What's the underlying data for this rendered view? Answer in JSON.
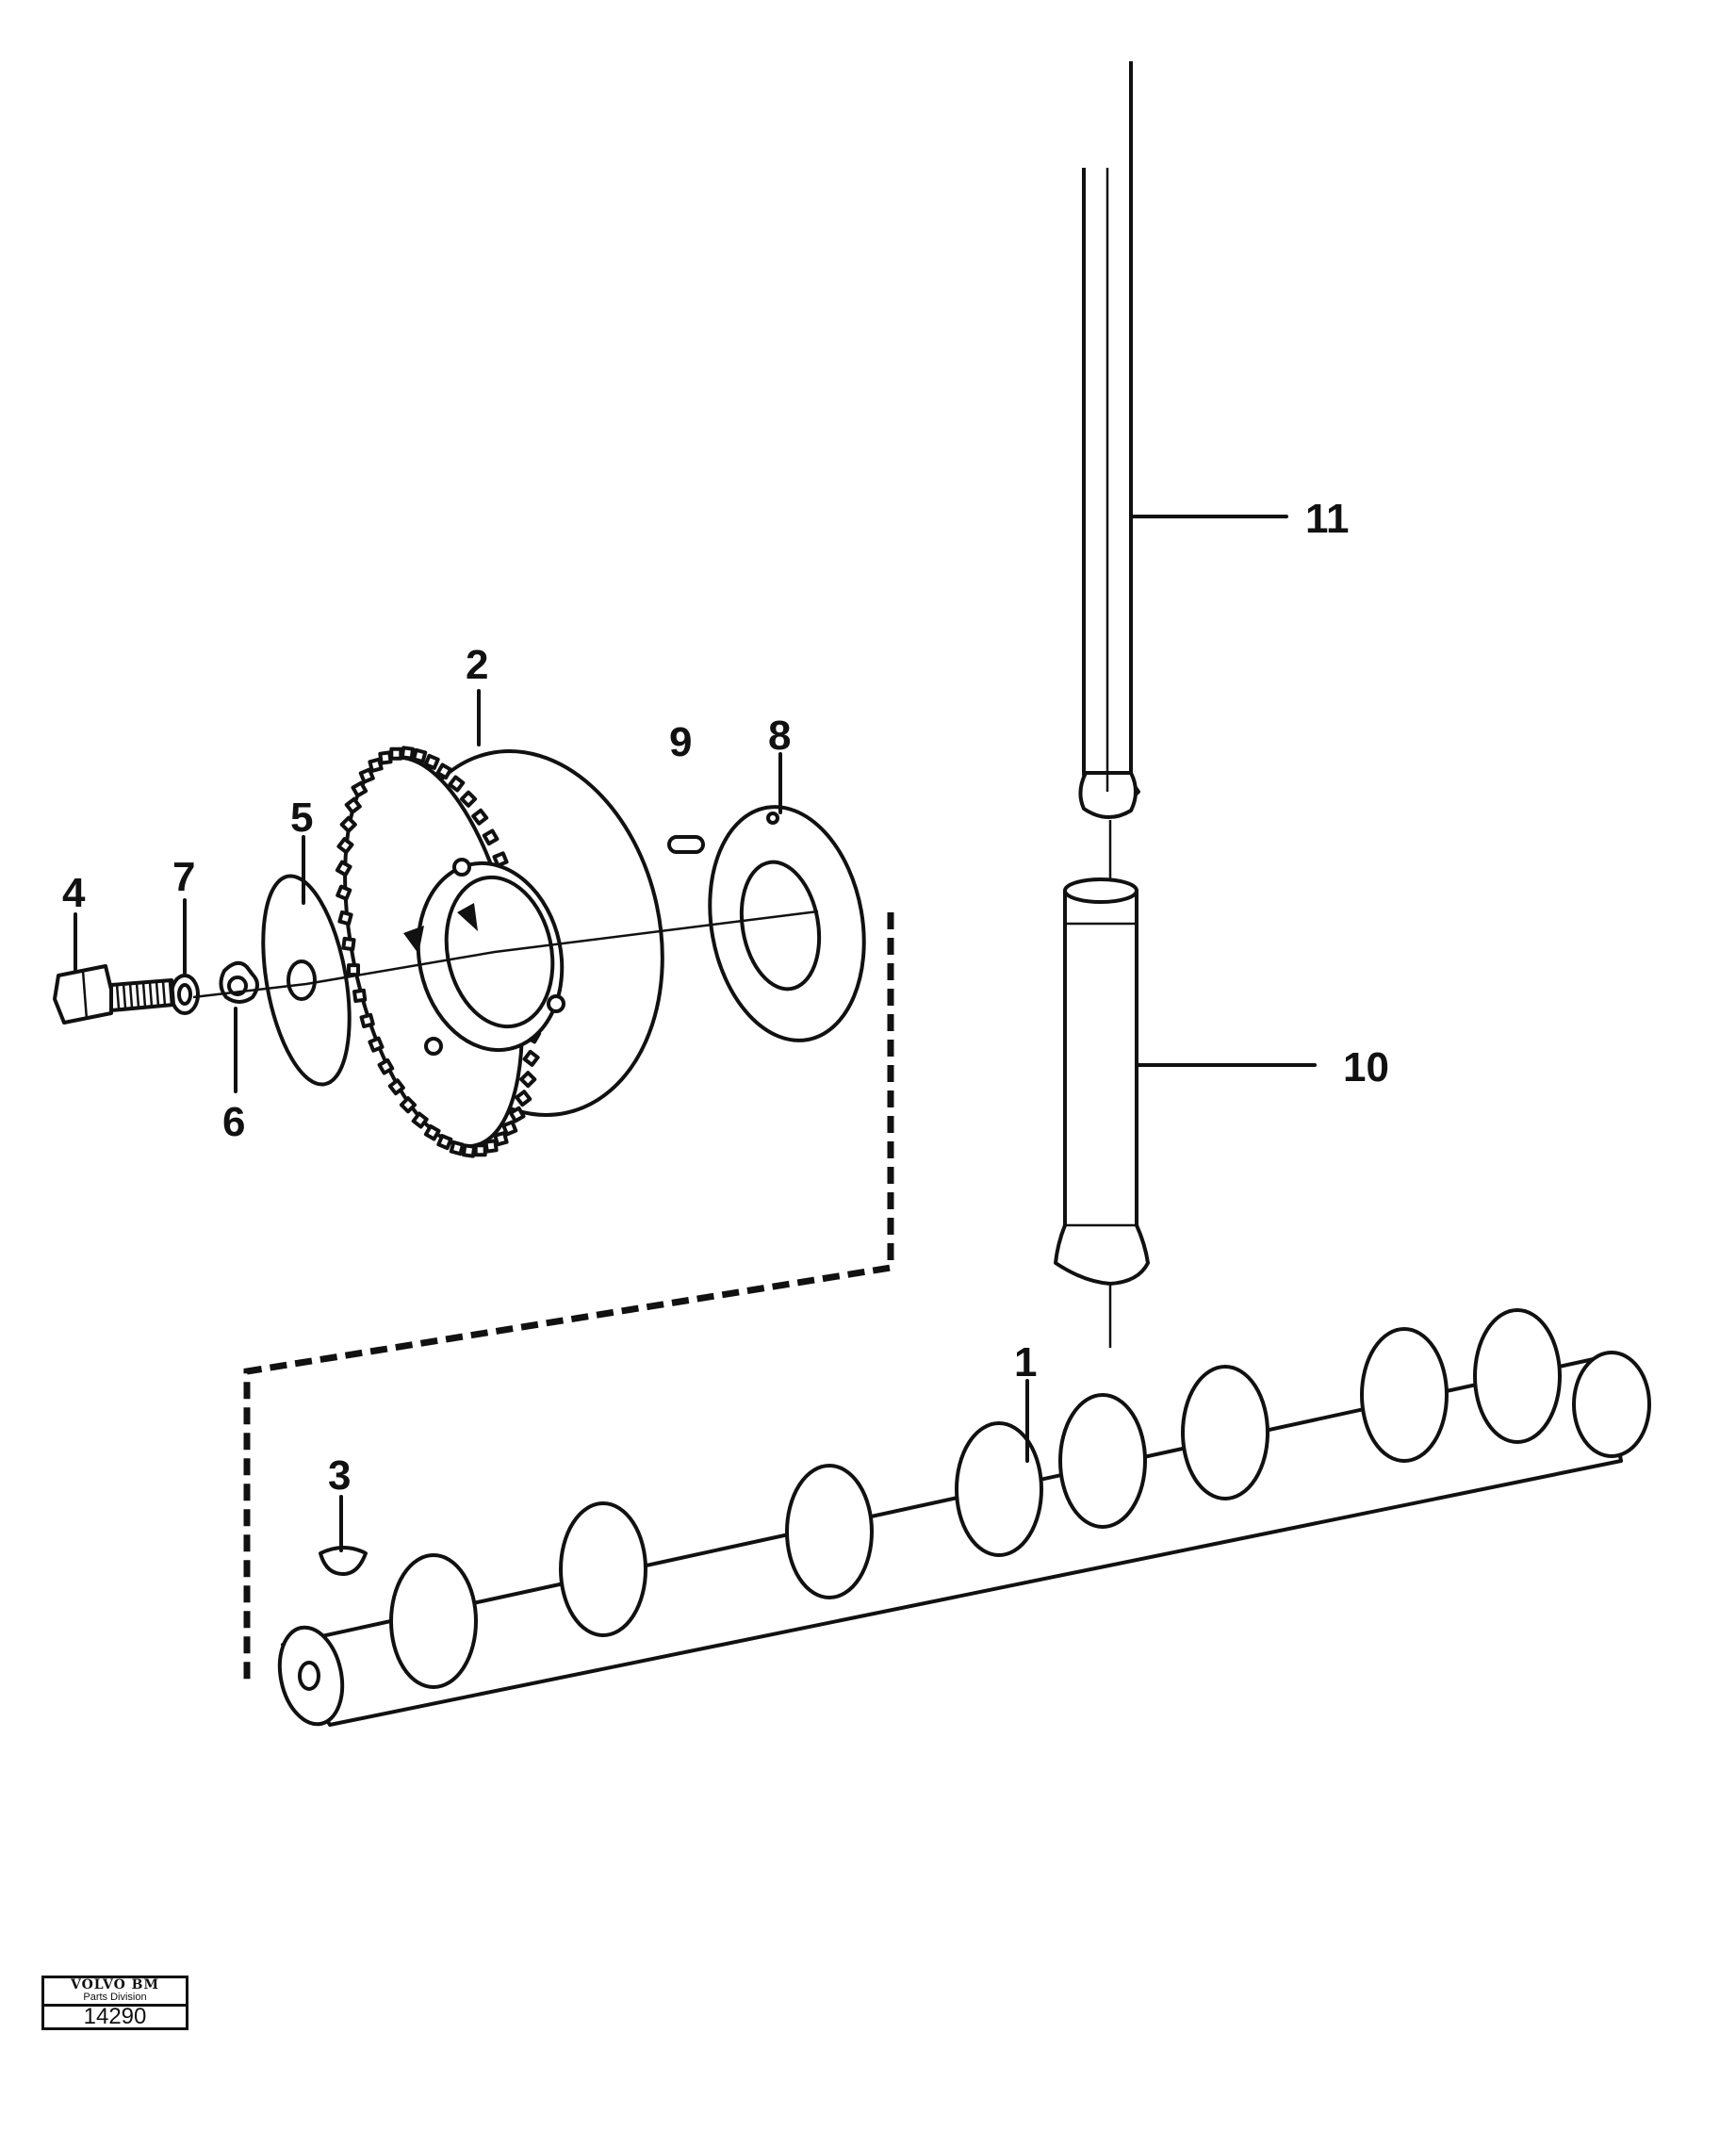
{
  "callouts": {
    "p1": "1",
    "p2": "2",
    "p3": "3",
    "p4": "4",
    "p5": "5",
    "p6": "6",
    "p7": "7",
    "p8": "8",
    "p9": "9",
    "p10": "10",
    "p11": "11"
  },
  "footer": {
    "brand": "VOLVO BM",
    "division": "Parts Division",
    "drawing_number": "14290"
  }
}
